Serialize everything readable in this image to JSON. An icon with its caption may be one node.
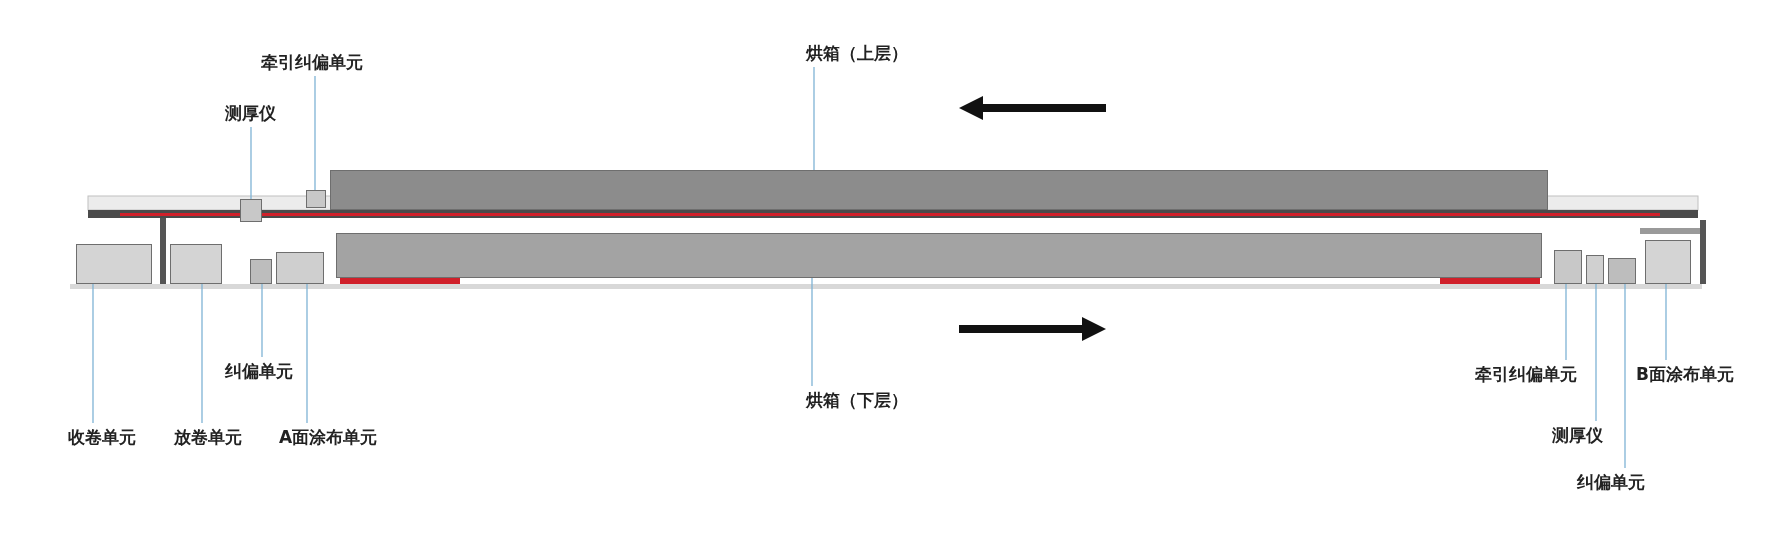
{
  "diagram": {
    "nodes": [
      {
        "text": [
          "烘箱（上层）"
        ]
      },
      {
        "text": [
          "牵引纠偏单元"
        ]
      },
      {
        "text": [
          "测厚仪"
        ]
      },
      {
        "text": [
          "纠偏单元"
        ]
      },
      {
        "text": [
          "烘箱（下层）"
        ]
      },
      {
        "text": [
          "牵引纠偏单元"
        ]
      },
      {
        "text": [
          "B面涂布单元"
        ]
      },
      {
        "text": [
          "收卷单元"
        ]
      },
      {
        "text": [
          "放卷单元"
        ]
      },
      {
        "text": [
          "A面涂布单元"
        ]
      },
      {
        "text": [
          "测厚仪"
        ]
      },
      {
        "text": [
          "纠偏单元"
        ]
      },
      {
        "text": [],
        "shape": "box"
      },
      {
        "text": [],
        "shape": "box"
      },
      {
        "text": [],
        "shape": "box"
      },
      {
        "text": [],
        "shape": "box"
      },
      {
        "text": [],
        "shape": "box"
      },
      {
        "text": [],
        "shape": "box"
      },
      {
        "text": [],
        "shape": "box"
      },
      {
        "text": [],
        "shape": "box"
      },
      {
        "text": [],
        "shape": "box"
      },
      {
        "text": [],
        "shape": "box"
      },
      {
        "text": [],
        "shape": "box"
      },
      {
        "text": [],
        "shape": "box"
      }
    ],
    "edges": [
      {
        "from": 0,
        "to": 18,
        "arrow": "none"
      },
      {
        "from": 1,
        "to": 16,
        "arrow": "none"
      },
      {
        "from": 2,
        "to": 14,
        "arrow": "none"
      },
      {
        "from": 3,
        "to": 15,
        "arrow": "none"
      },
      {
        "from": 4,
        "to": 19,
        "arrow": "none"
      },
      {
        "from": 5,
        "to": 20,
        "arrow": "none"
      },
      {
        "from": 6,
        "to": 23,
        "arrow": "none"
      },
      {
        "from": 7,
        "to": 12,
        "arrow": "none"
      },
      {
        "from": 8,
        "to": 13,
        "arrow": "none"
      },
      {
        "from": 9,
        "to": 17,
        "arrow": "none"
      },
      {
        "from": 10,
        "to": 21,
        "arrow": "none"
      },
      {
        "from": 11,
        "to": 22,
        "arrow": "none"
      }
    ]
  }
}
